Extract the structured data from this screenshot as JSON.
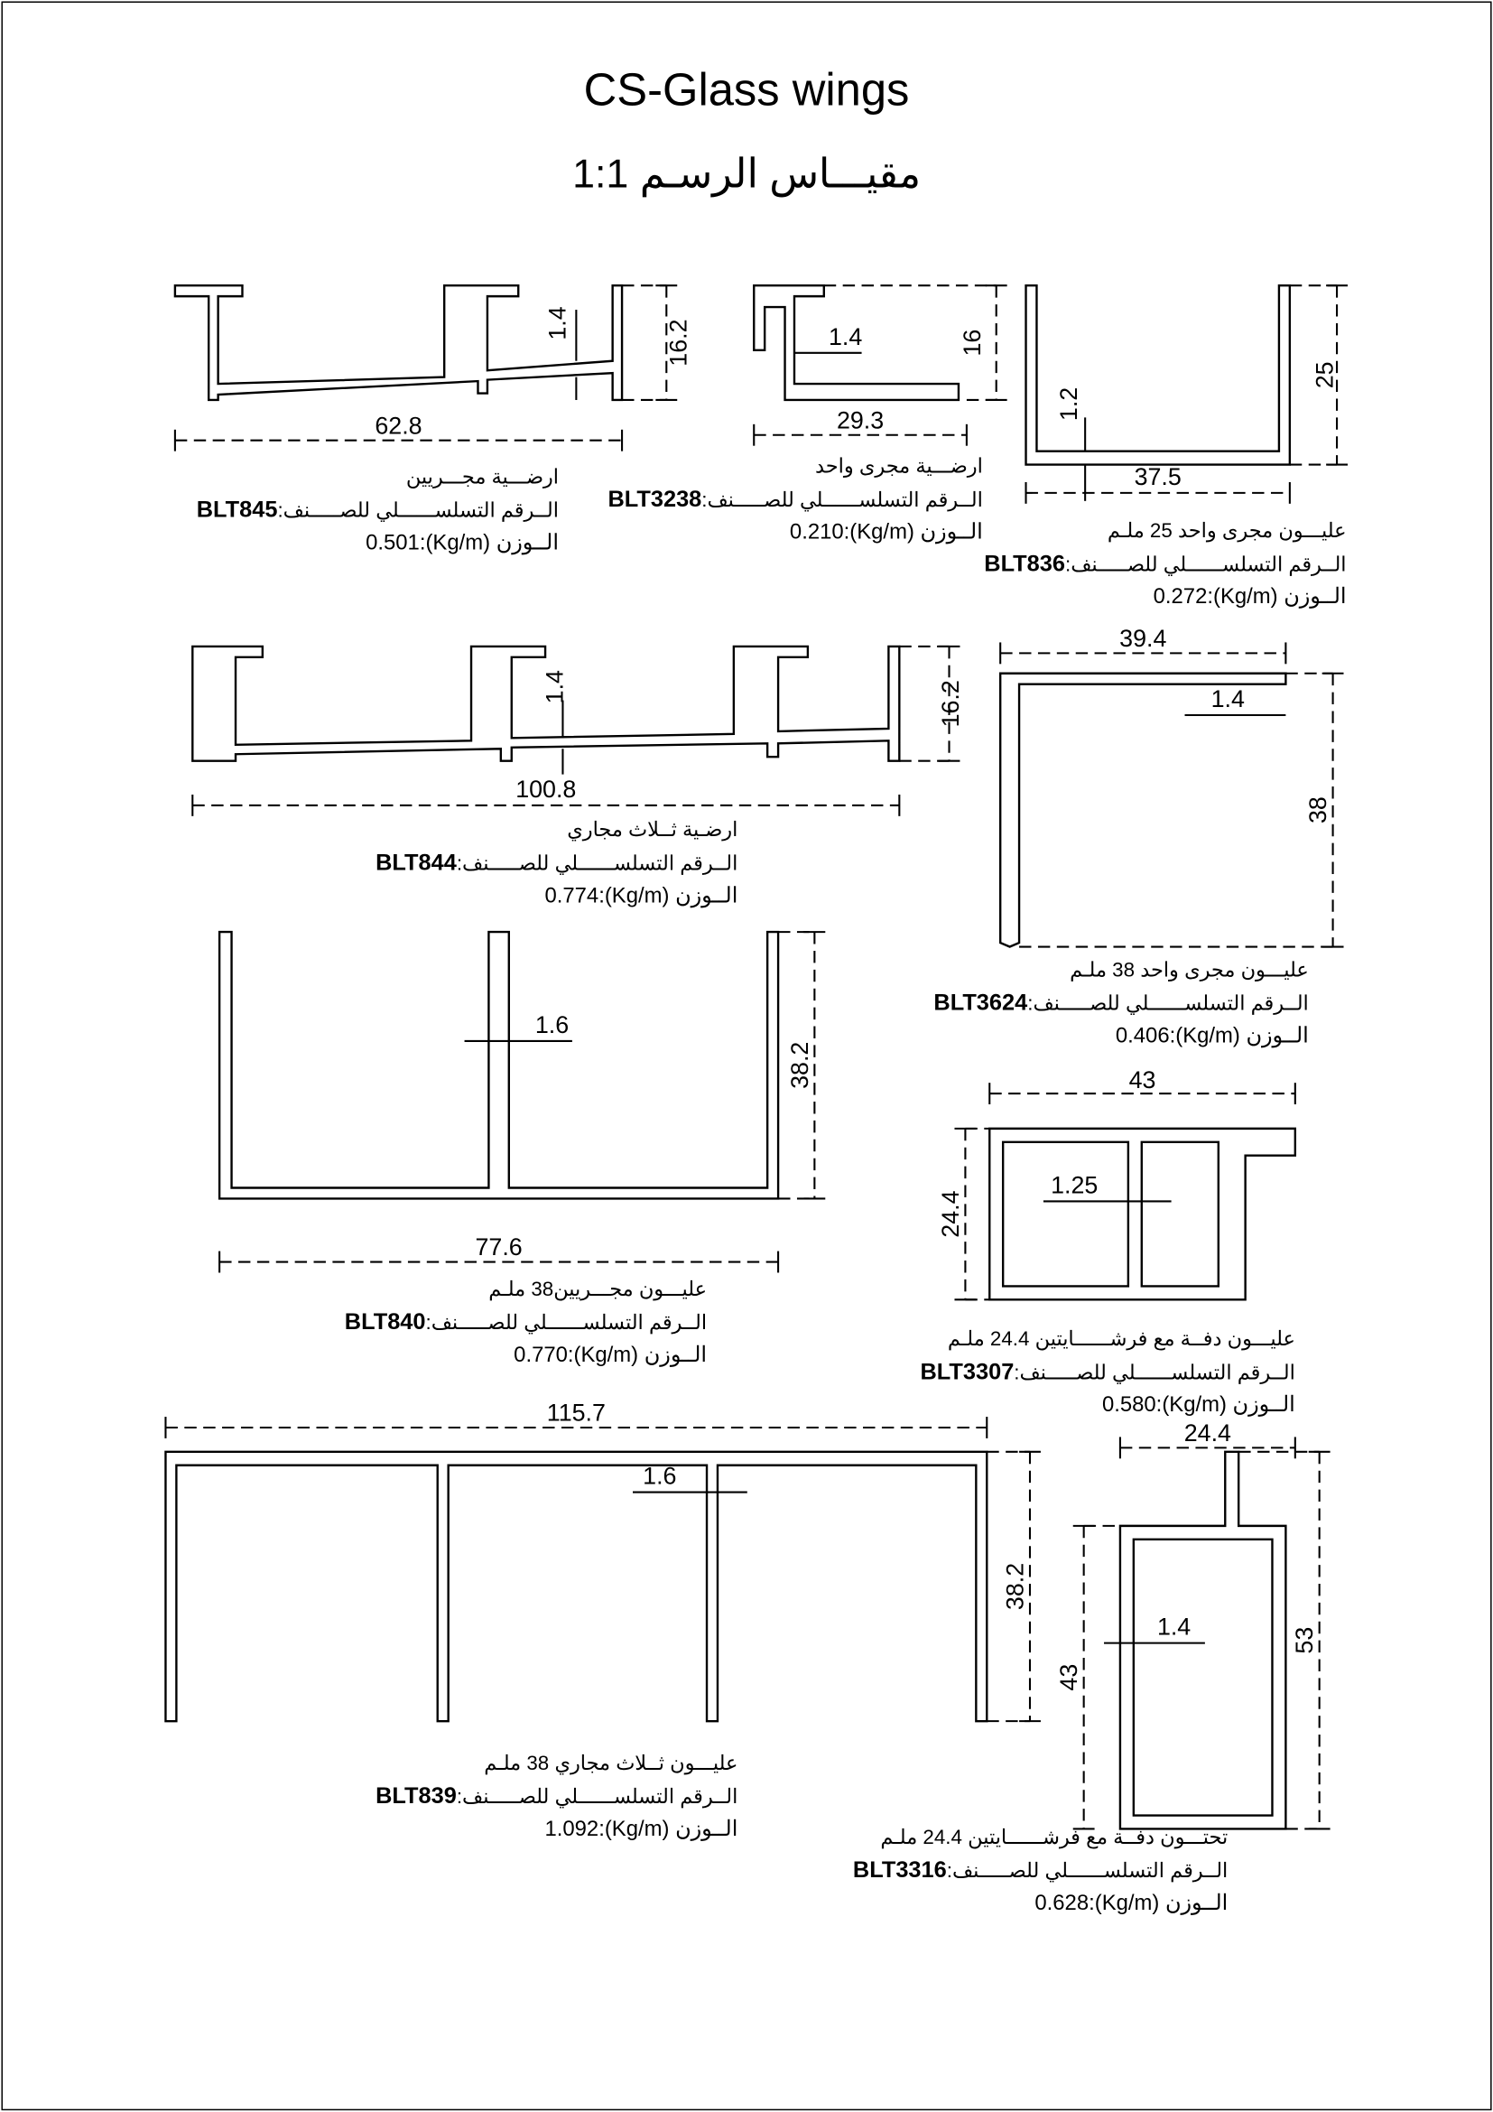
{
  "title": "CS-Glass wings",
  "scale": {
    "label": "مقيـــاس الرسـم",
    "value": "1:1"
  },
  "serial_label": "الــرقم التسلســــــلي للصـــــنف:",
  "weight_label": "الــوزن (Kg/m):",
  "profiles": [
    {
      "code": "BLT845",
      "name": "ارضـــية مجـــريين",
      "weight": "0.501",
      "dims": [
        "62.8",
        "16.2",
        "1.4"
      ]
    },
    {
      "code": "BLT3238",
      "name": "ارضـــية مجرى واحد",
      "weight": "0.210",
      "dims": [
        "29.3",
        "16",
        "1.4"
      ]
    },
    {
      "code": "BLT836",
      "name": "عليـــون مجرى واحد 25 ملـم",
      "weight": "0.272",
      "dims": [
        "37.5",
        "25",
        "1.2"
      ]
    },
    {
      "code": "BLT844",
      "name": "ارضـية ثــلاث مجاري",
      "weight": "0.774",
      "dims": [
        "100.8",
        "16.2",
        "1.4"
      ]
    },
    {
      "code": "BLT3624",
      "name": "عليـــون مجرى واحد 38 ملـم",
      "weight": "0.406",
      "dims": [
        "39.4",
        "38",
        "1.4"
      ]
    },
    {
      "code": "BLT840",
      "name": "عليـــون مجـــريين38 ملـم",
      "weight": "0.770",
      "dims": [
        "77.6",
        "38.2",
        "1.6"
      ]
    },
    {
      "code": "BLT3307",
      "name": "عليـــون دفــة مع فرشــــــايتين 24.4 ملـم",
      "weight": "0.580",
      "dims": [
        "43",
        "24.4",
        "1.25"
      ]
    },
    {
      "code": "BLT839",
      "name": "عليـــون ثــلاث مجاري 38 ملـم",
      "weight": "1.092",
      "dims": [
        "115.7",
        "38.2",
        "1.6"
      ]
    },
    {
      "code": "BLT3316",
      "name": "تحتـــون دفــة مع فرشــــــايتين 24.4 ملـم",
      "weight": "0.628",
      "dims": [
        "24.4",
        "53",
        "1.4",
        "43"
      ]
    }
  ]
}
